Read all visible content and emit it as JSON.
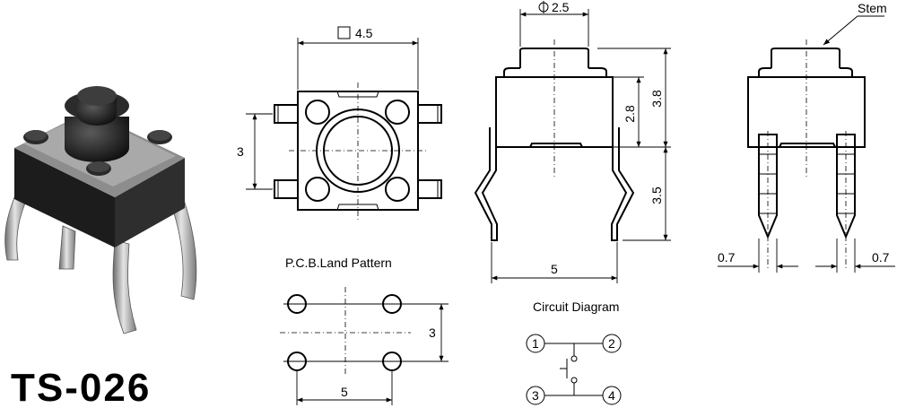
{
  "model": "TS-026",
  "labels": {
    "pcb_land_pattern": "P.C.B.Land Pattern",
    "circuit_diagram": "Circuit Diagram",
    "stem": "Stem"
  },
  "dimensions": {
    "body_square": "4.5",
    "stem_diameter": "2.5",
    "pin_pitch_side": "3",
    "body_width": "5",
    "height_to_top": "3.8",
    "body_height": "2.8",
    "pin_length": "3.5",
    "pin_width_left": "0.7",
    "pin_width_right": "0.7",
    "land_pitch_vertical": "3",
    "land_pitch_horizontal": "5"
  },
  "circuit_pins": [
    "1",
    "2",
    "3",
    "4"
  ],
  "colors": {
    "line": "#000000",
    "background": "#ffffff"
  }
}
